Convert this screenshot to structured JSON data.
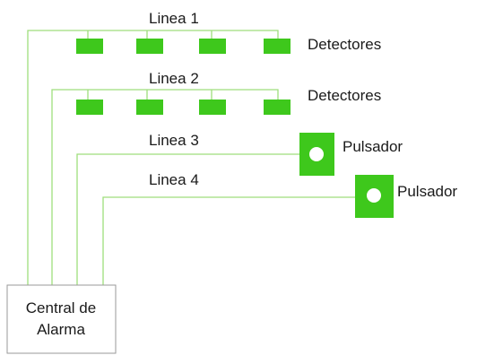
{
  "diagram": {
    "colors": {
      "wire": "#9fde7c",
      "device": "#3ec81c",
      "text": "#1a1a1a",
      "panel_border": "#9a9a9a",
      "button_face": "#ffffff"
    },
    "lines": [
      {
        "label": "Linea 1",
        "device_label": "Detectores",
        "device_type": "detector",
        "device_count": 4
      },
      {
        "label": "Linea 2",
        "device_label": "Detectores",
        "device_type": "detector",
        "device_count": 4
      },
      {
        "label": "Linea 3",
        "device_label": "Pulsador",
        "device_type": "pulsador",
        "device_count": 1
      },
      {
        "label": "Linea 4",
        "device_label": "Pulsador",
        "device_type": "pulsador",
        "device_count": 1
      }
    ],
    "panel": {
      "line1": "Central de",
      "line2": "Alarma"
    }
  }
}
